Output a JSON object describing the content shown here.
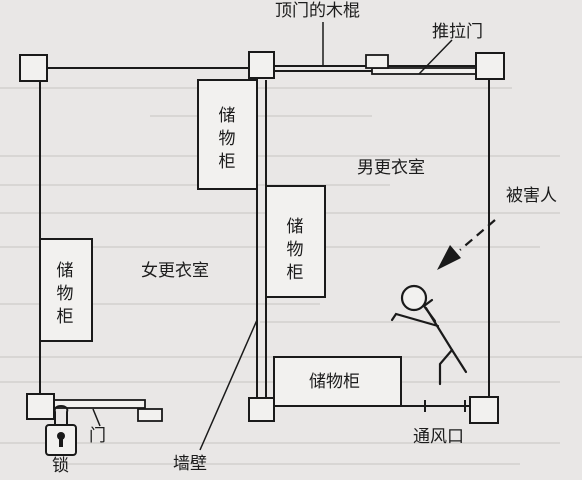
{
  "labels": {
    "top_rod": "顶门的木棍",
    "sliding_door": "推拉门",
    "women_room": "女更衣室",
    "men_room": "男更衣室",
    "victim": "被害人",
    "cabinet": "储物柜",
    "door": "门",
    "lock": "锁",
    "wall": "墙壁",
    "vent": "通风口"
  },
  "colors": {
    "background": "#e9e7e6",
    "line": "#1a1a1a",
    "cabinet_fill": "#f2f1ef",
    "pillar_fill": "#f2f1ef",
    "bleed_text": "#b9b6b3"
  }
}
